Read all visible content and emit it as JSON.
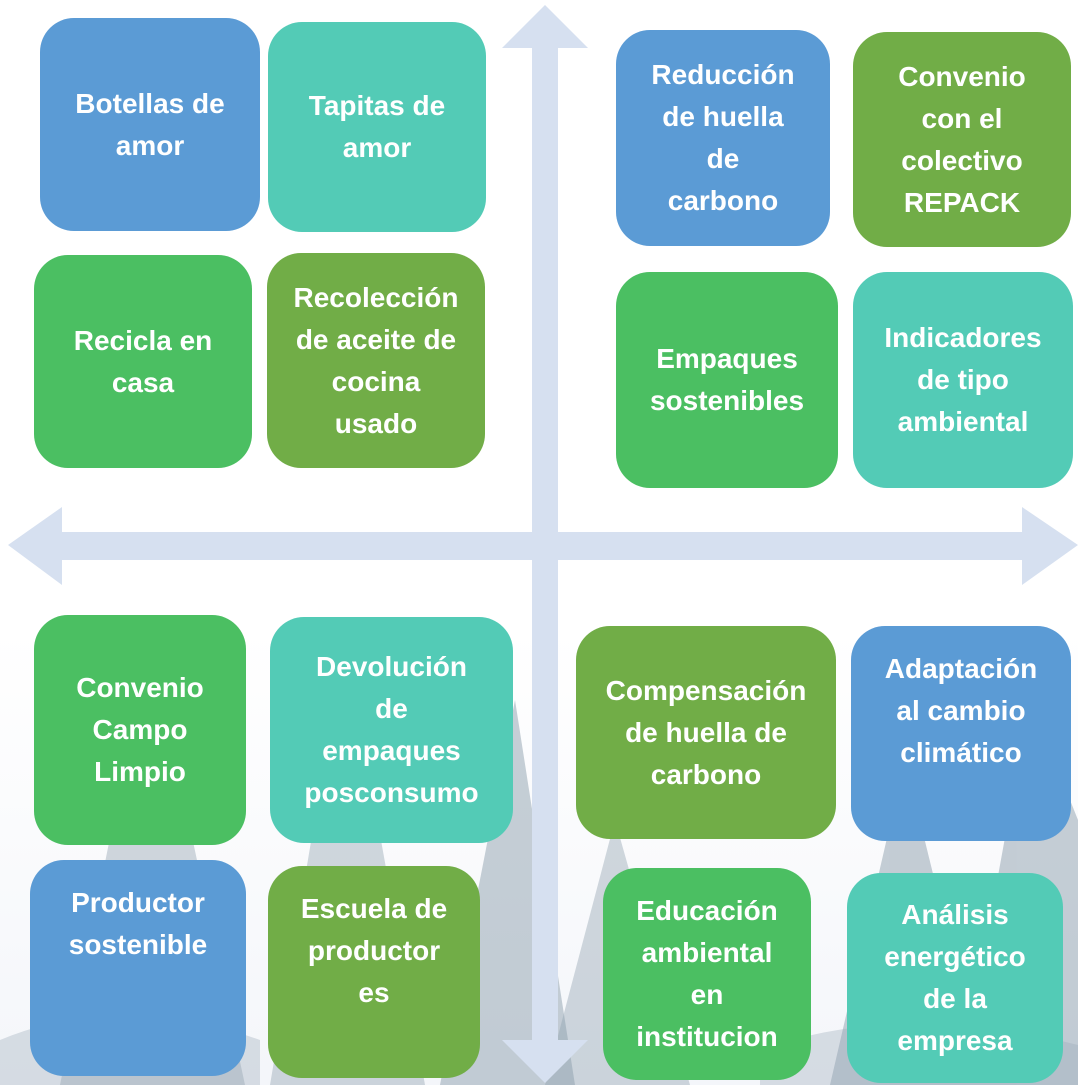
{
  "colors": {
    "blue": "#5b9bd5",
    "teal": "#53cbb6",
    "green": "#4bbf62",
    "olive": "#71ad47",
    "axis": "#d6e0f0",
    "card_text": "#ffffff"
  },
  "quadrants": {
    "top_left": [
      {
        "id": "botellas",
        "color": "blue",
        "lines": [
          "Botellas de",
          "amor"
        ]
      },
      {
        "id": "tapitas",
        "color": "teal",
        "lines": [
          "Tapitas de",
          "amor"
        ]
      },
      {
        "id": "recicla",
        "color": "green",
        "lines": [
          "Recicla en",
          "casa"
        ]
      },
      {
        "id": "aceite",
        "color": "olive",
        "lines": [
          "Recolección",
          "de aceite de",
          "cocina",
          "usado"
        ]
      }
    ],
    "top_right": [
      {
        "id": "reduccion",
        "color": "blue",
        "lines": [
          "Reducción",
          "de huella",
          "de",
          "carbono"
        ]
      },
      {
        "id": "repack",
        "color": "olive",
        "lines": [
          "Convenio",
          "con el",
          "colectivo",
          "REPACK"
        ]
      },
      {
        "id": "empaques",
        "color": "green",
        "lines": [
          "Empaques",
          "sostenibles"
        ]
      },
      {
        "id": "indicadores",
        "color": "teal",
        "lines": [
          "Indicadores",
          "de tipo",
          "ambiental"
        ]
      }
    ],
    "bottom_left": [
      {
        "id": "campo-limpio",
        "color": "green",
        "lines": [
          "Convenio",
          "Campo",
          "Limpio"
        ]
      },
      {
        "id": "devolucion",
        "color": "teal",
        "lines": [
          "Devolución",
          "de",
          "empaques",
          "posconsumo"
        ]
      },
      {
        "id": "productor",
        "color": "blue",
        "lines": [
          "Productor",
          "sostenible"
        ]
      },
      {
        "id": "escuela",
        "color": "olive",
        "lines": [
          "Escuela de",
          "productor",
          "es"
        ]
      }
    ],
    "bottom_right": [
      {
        "id": "compensacion",
        "color": "olive",
        "lines": [
          "Compensación",
          "de huella de",
          "carbono"
        ]
      },
      {
        "id": "adaptacion",
        "color": "blue",
        "lines": [
          "Adaptación",
          "al cambio",
          "climático"
        ]
      },
      {
        "id": "educacion",
        "color": "green",
        "lines": [
          "Educación",
          "ambiental",
          "en",
          "institucion"
        ]
      },
      {
        "id": "analisis",
        "color": "teal",
        "lines": [
          "Análisis",
          "energético",
          "de la",
          "empresa"
        ]
      }
    ]
  }
}
